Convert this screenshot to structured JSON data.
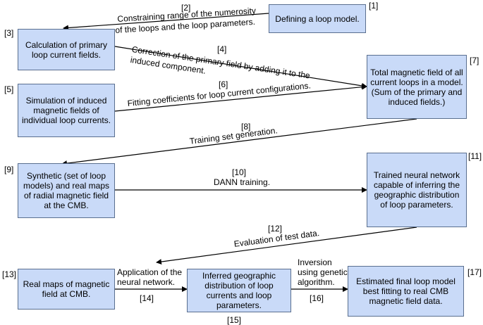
{
  "boxes": {
    "b1": "Defining a loop model.",
    "b3": "Calculation of primary loop current fields.",
    "b5": "Simulation of induced magnetic fields of individual loop currents.",
    "b7": "Total magnetic field of all current loops in a model. (Sum of the primary and induced fields.)",
    "b9": "Synthetic (set of loop models) and real maps of radial magnetic field at the CMB.",
    "b11": "Trained neural network capable of inferring the geographic distribution of loop parameters.",
    "b13": "Real maps of magnetic field at CMB.",
    "b15": "Inferred geographic distribution of loop currents and loop parameters.",
    "b17": "Estimated final loop model best fitting to real CMB magnetic field data."
  },
  "numbers": {
    "n1": "[1]",
    "n2": "[2]",
    "n3": "[3]",
    "n4": "[4]",
    "n5": "[5]",
    "n6": "[6]",
    "n7": "[7]",
    "n8": "[8]",
    "n9": "[9]",
    "n10": "[10]",
    "n11": "[11]",
    "n12": "[12]",
    "n13": "[13]",
    "n14": "[14]",
    "n15": "[15]",
    "n16": "[16]",
    "n17": "[17]"
  },
  "edges": {
    "e2_line1": "Constraining range of the numerosity",
    "e2_line2": "of the loops and the loop parameters.",
    "e4_line1": "Correction of the primary field by adding it to the",
    "e4_line2": "induced component.",
    "e6": "Fitting coefficients for loop current configurations.",
    "e8": "Training set generation.",
    "e10": "DANN training.",
    "e12": "Evaluation of test data.",
    "e14": "Application of the neural network.",
    "e16": "Inversion using genetic algorithm."
  },
  "colors": {
    "box_fill": "#c9daf8",
    "box_border": "#5a6f8f",
    "arrow": "#000000"
  }
}
